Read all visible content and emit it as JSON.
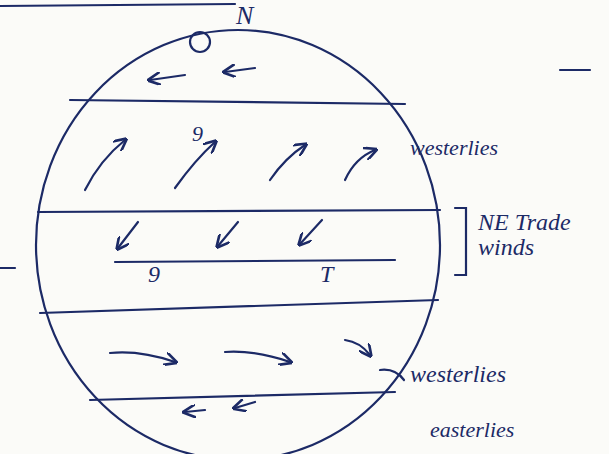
{
  "diagram": {
    "labels": [
      "N",
      "9",
      "westerlies",
      "NE Trade winds",
      "9",
      "T",
      "westerlies",
      "easterlies"
    ]
  }
}
